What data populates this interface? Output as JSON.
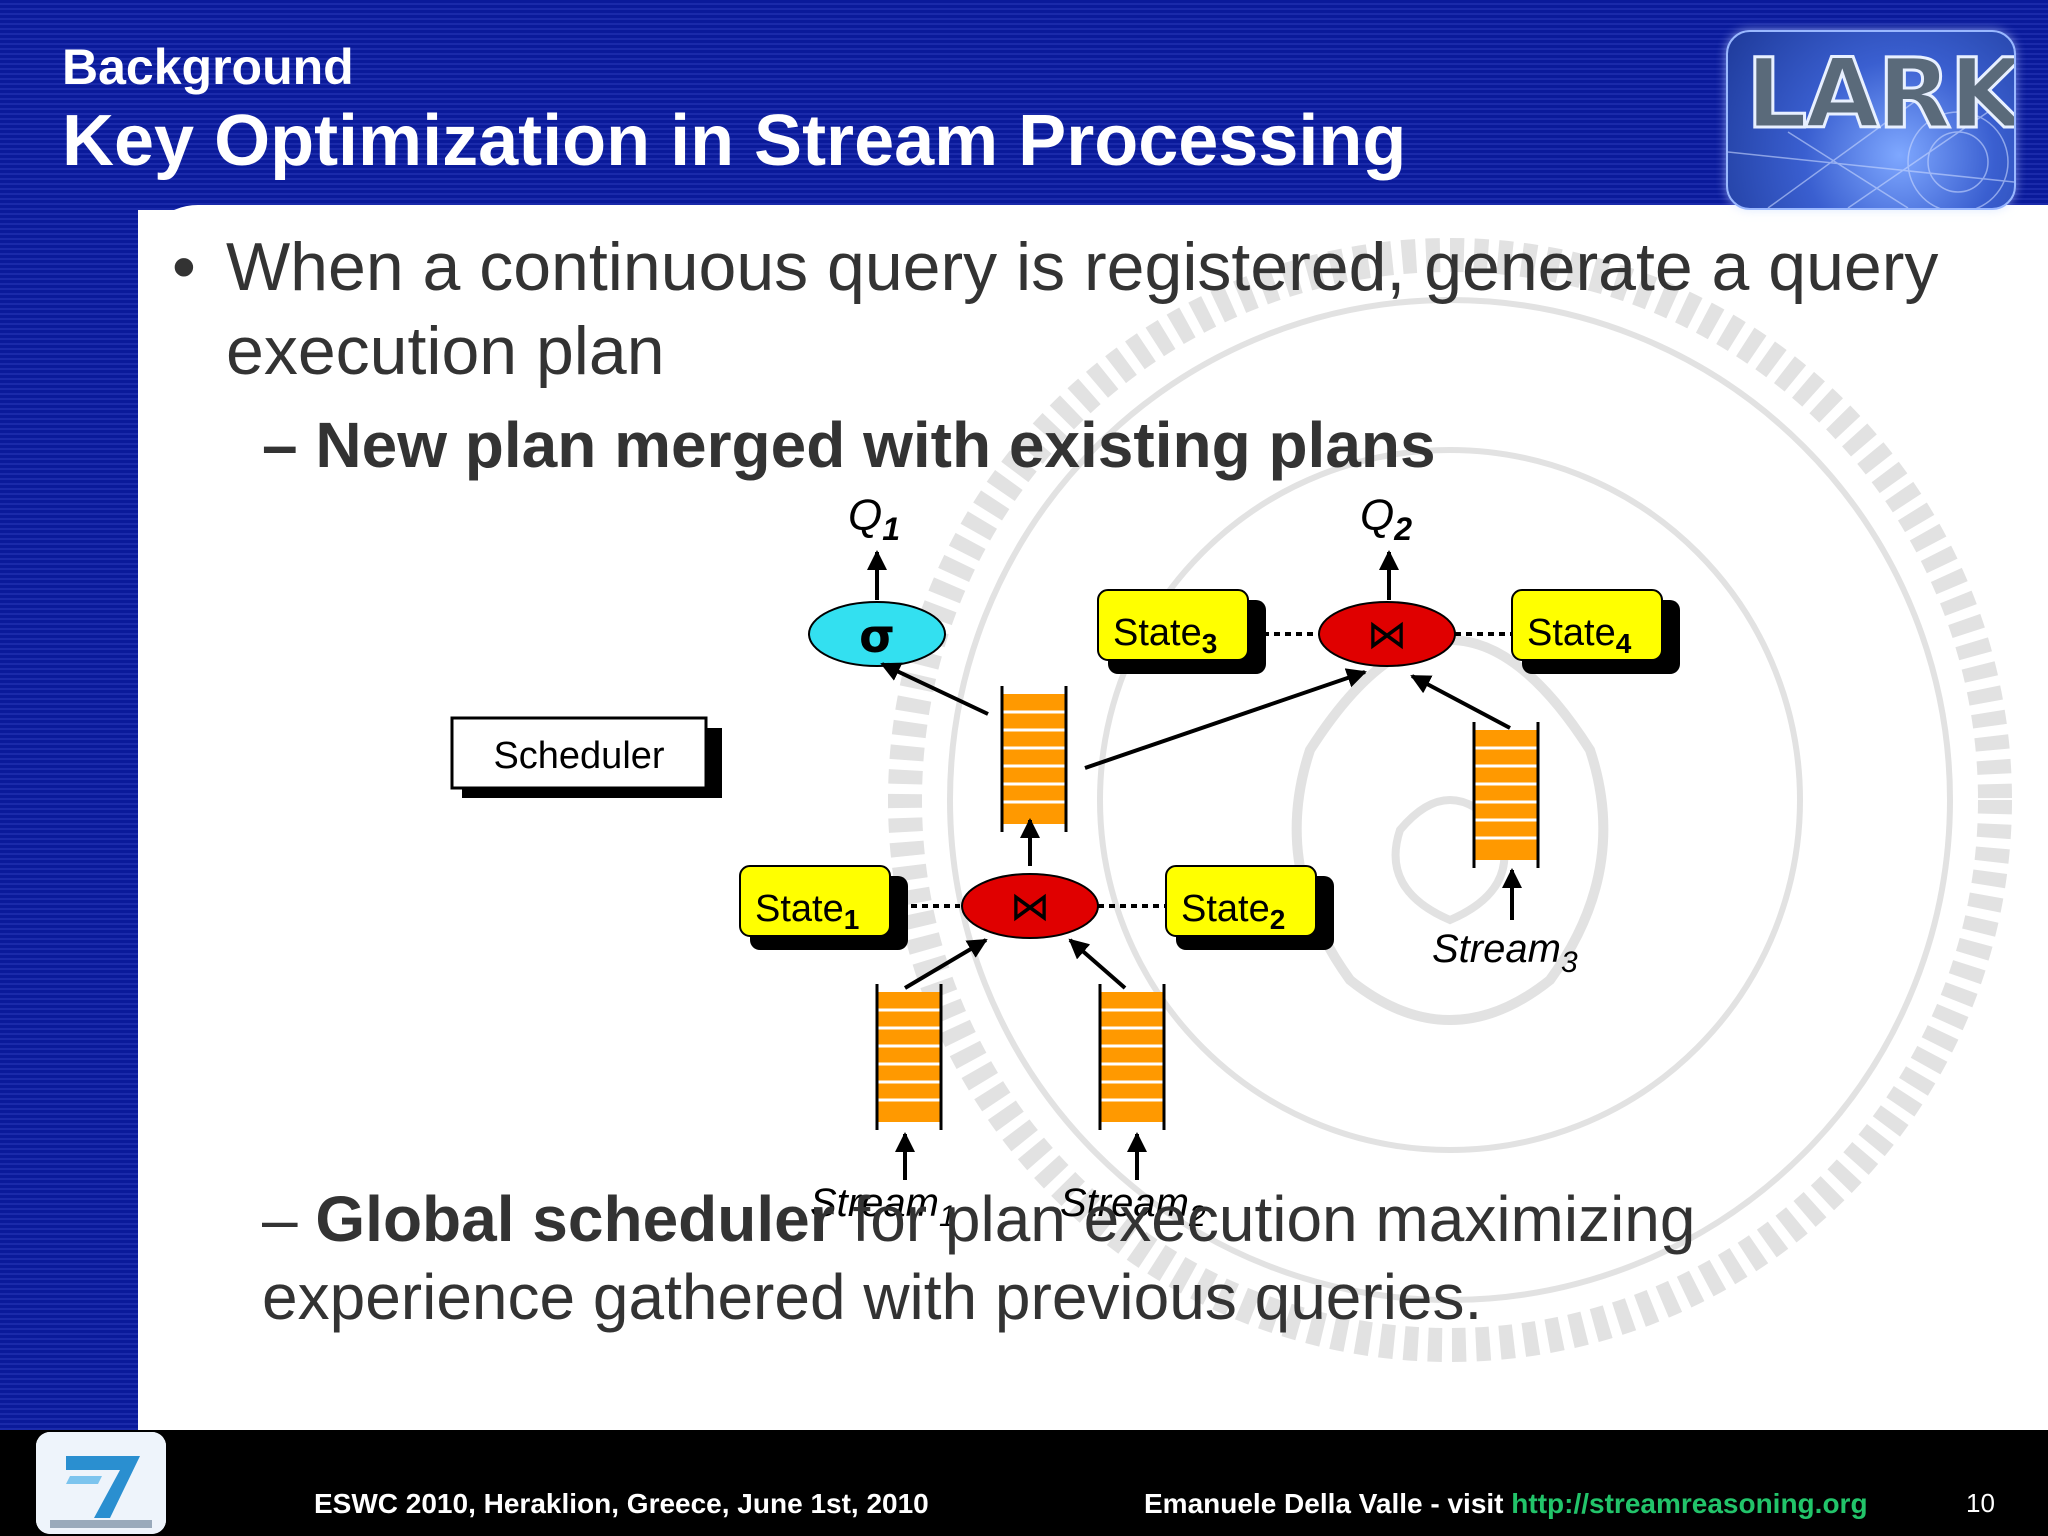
{
  "header": {
    "kicker": "Background",
    "title": "Key Optimization in Stream Processing",
    "logo_text": "LARKC"
  },
  "bullets": {
    "main": "When a continuous query is registered, generate a query execution plan",
    "sub1": "New plan merged with existing plans",
    "sub2_bold": "Global scheduler",
    "sub2_rest": " for plan execution maximizing experience gathered with previous queries."
  },
  "diagram": {
    "scheduler": "Scheduler",
    "q1": "Q",
    "q1_sub": "1",
    "q2": "Q",
    "q2_sub": "2",
    "select_symbol": "σ",
    "join_symbol": "⋈",
    "states": [
      {
        "label": "State",
        "sub": "1"
      },
      {
        "label": "State",
        "sub": "2"
      },
      {
        "label": "State",
        "sub": "3"
      },
      {
        "label": "State",
        "sub": "4"
      }
    ],
    "streams": [
      {
        "label": "Stream",
        "sub": "1"
      },
      {
        "label": "Stream",
        "sub": "2"
      },
      {
        "label": "Stream",
        "sub": "3"
      }
    ]
  },
  "colors": {
    "header_blue": "#0a1a9a",
    "select_cyan": "#33e0f0",
    "join_red": "#e00000",
    "state_yellow": "#ffff00",
    "queue_orange": "#ff9900",
    "url_green": "#22c46a"
  },
  "footer": {
    "left": "ESWC 2010, Heraklion, Greece, June 1st, 2010",
    "right_prefix": "Emanuele Della Valle - visit ",
    "right_url": "http://streamreasoning.org",
    "page_number": "10"
  }
}
